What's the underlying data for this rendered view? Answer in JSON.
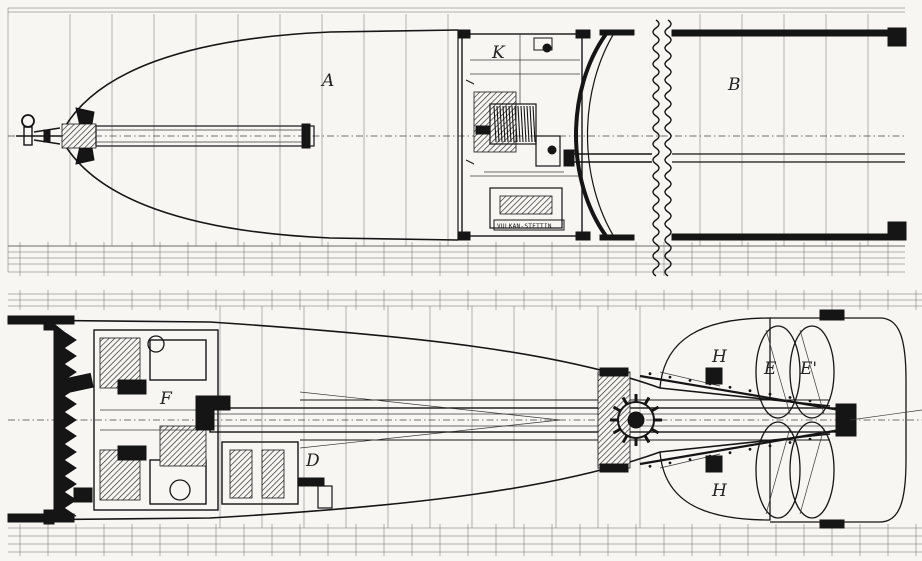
{
  "labels": {
    "fore_section": "A",
    "mid_section": "B",
    "motor_compartment": "D",
    "gear_housing": "F",
    "regulator": "K",
    "rudder_upper": "H",
    "rudder_lower": "H",
    "propeller_forward": "E",
    "propeller_aft": "E'"
  },
  "maker_plate": "VULKAN-STETTIN"
}
